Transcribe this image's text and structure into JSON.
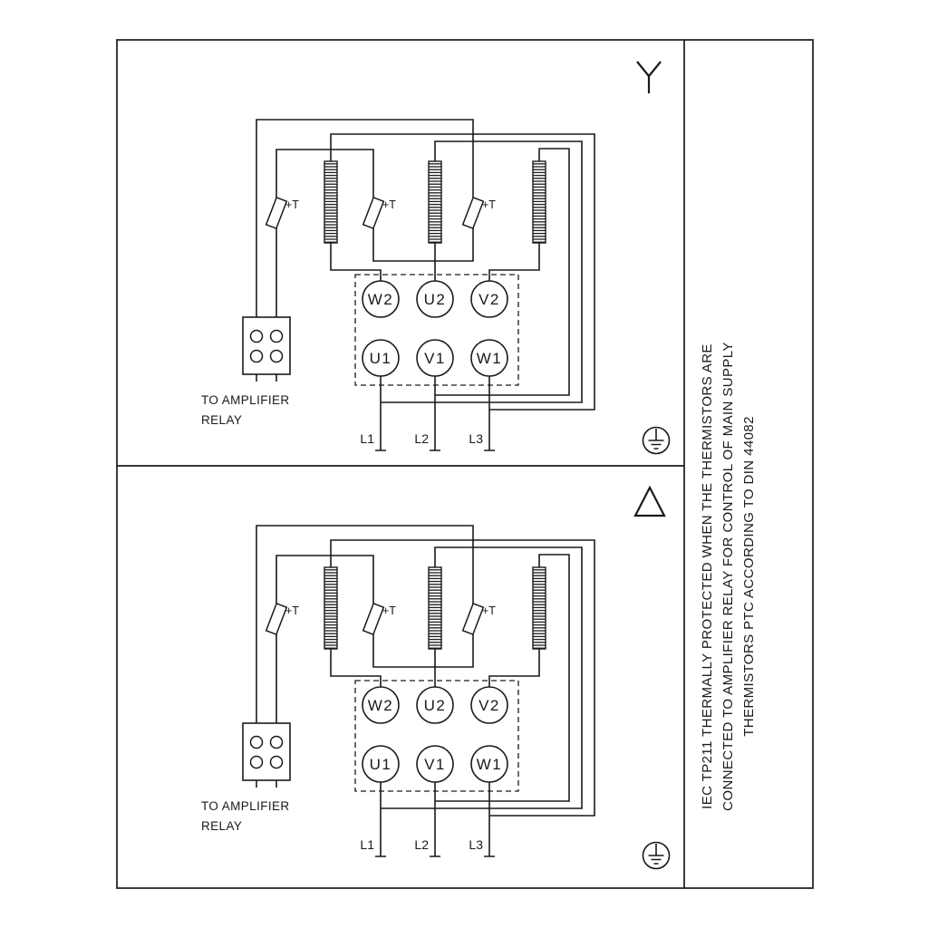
{
  "diagram": {
    "sidebar_note": {
      "lines": [
        "IEC TP211 THERMALLY PROTECTED WHEN THE THERMISTORS ARE",
        "CONNECTED TO AMPLIFIER RELAY FOR CONTROL OF MAIN SUPPLY",
        "THERMISTORS PTC ACCORDING TO DIN 44082"
      ]
    },
    "panels": [
      {
        "connection": "star",
        "relay_label": [
          "TO AMPLIFIER",
          "RELAY"
        ],
        "thermistor_label": "+T",
        "terminals_top": [
          "W2",
          "U2",
          "V2"
        ],
        "terminals_bottom": [
          "U1",
          "V1",
          "W1"
        ],
        "supply_lines": [
          "L1",
          "L2",
          "L3"
        ]
      },
      {
        "connection": "delta",
        "relay_label": [
          "TO AMPLIFIER",
          "RELAY"
        ],
        "thermistor_label": "+T",
        "terminals_top": [
          "W2",
          "U2",
          "V2"
        ],
        "terminals_bottom": [
          "U1",
          "V1",
          "W1"
        ],
        "supply_lines": [
          "L1",
          "L2",
          "L3"
        ]
      }
    ],
    "colors": {
      "line": "#1a1a1a",
      "background": "#ffffff"
    }
  }
}
